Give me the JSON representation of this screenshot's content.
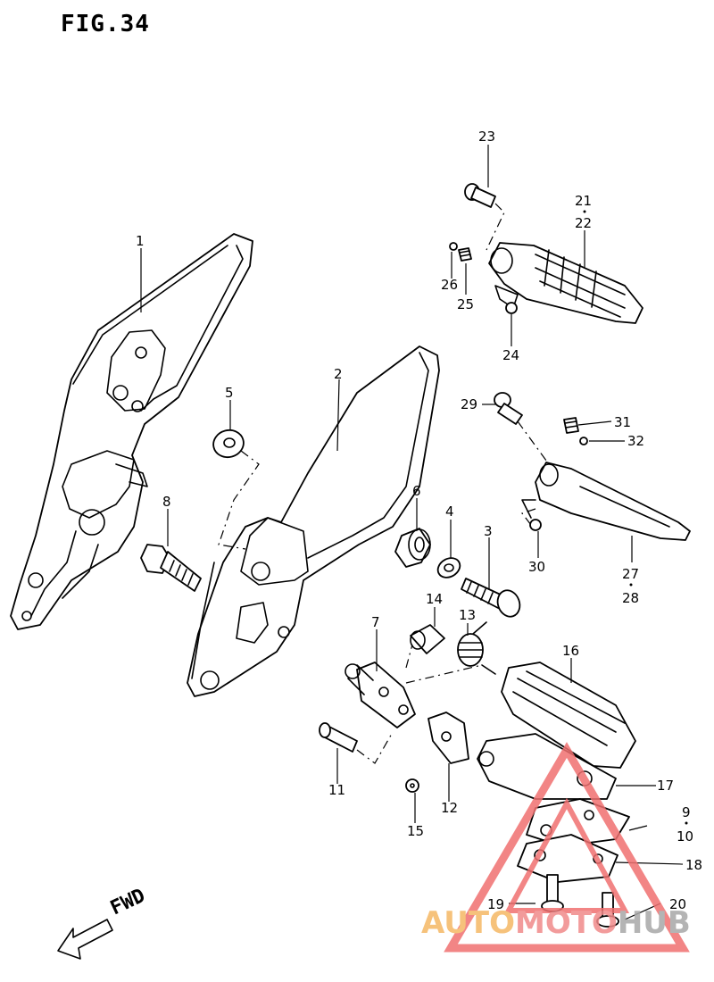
{
  "figure": {
    "title": "FIG.34"
  },
  "direction_label": "FWD",
  "callouts": [
    {
      "id": "c1",
      "text": "1"
    },
    {
      "id": "c2",
      "text": "2"
    },
    {
      "id": "c3",
      "text": "3"
    },
    {
      "id": "c4",
      "text": "4"
    },
    {
      "id": "c5",
      "text": "5"
    },
    {
      "id": "c6",
      "text": "6"
    },
    {
      "id": "c7",
      "text": "7"
    },
    {
      "id": "c8",
      "text": "8"
    },
    {
      "id": "c9",
      "text": "9"
    },
    {
      "id": "c10",
      "text": "10"
    },
    {
      "id": "c11",
      "text": "11"
    },
    {
      "id": "c12",
      "text": "12"
    },
    {
      "id": "c13",
      "text": "13"
    },
    {
      "id": "c14",
      "text": "14"
    },
    {
      "id": "c15",
      "text": "15"
    },
    {
      "id": "c16",
      "text": "16"
    },
    {
      "id": "c17",
      "text": "17"
    },
    {
      "id": "c18",
      "text": "18"
    },
    {
      "id": "c19",
      "text": "19"
    },
    {
      "id": "c20",
      "text": "20"
    },
    {
      "id": "c21",
      "text": "21"
    },
    {
      "id": "c22",
      "text": "22"
    },
    {
      "id": "c23",
      "text": "23"
    },
    {
      "id": "c24",
      "text": "24"
    },
    {
      "id": "c25",
      "text": "25"
    },
    {
      "id": "c26",
      "text": "26"
    },
    {
      "id": "c27",
      "text": "27"
    },
    {
      "id": "c28",
      "text": "28"
    },
    {
      "id": "c29",
      "text": "29"
    },
    {
      "id": "c30",
      "text": "30"
    },
    {
      "id": "c31",
      "text": "31"
    },
    {
      "id": "c32",
      "text": "32"
    }
  ],
  "watermark": {
    "word_1": "AUTO",
    "word_2": "MOTO",
    "word_3": "HUB",
    "color_1": "#f5b865",
    "color_2": "#f08a8a",
    "color_3": "#a8a8a8",
    "triangle_color": "#f07070"
  }
}
